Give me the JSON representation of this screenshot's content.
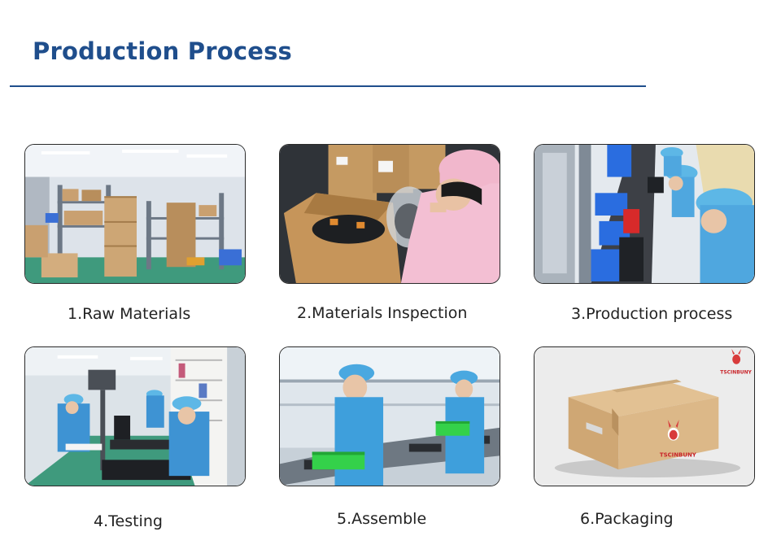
{
  "header": {
    "title": "Production Process"
  },
  "steps": [
    {
      "caption": "1.Raw Materials"
    },
    {
      "caption": "2.Materials Inspection"
    },
    {
      "caption": "3.Production process"
    },
    {
      "caption": "4.Testing"
    },
    {
      "caption": "5.Assemble"
    },
    {
      "caption": "6.Packaging"
    }
  ],
  "brand": {
    "logo_text": "TSCINBUNY"
  },
  "colors": {
    "accent": "#1f4e8c"
  }
}
